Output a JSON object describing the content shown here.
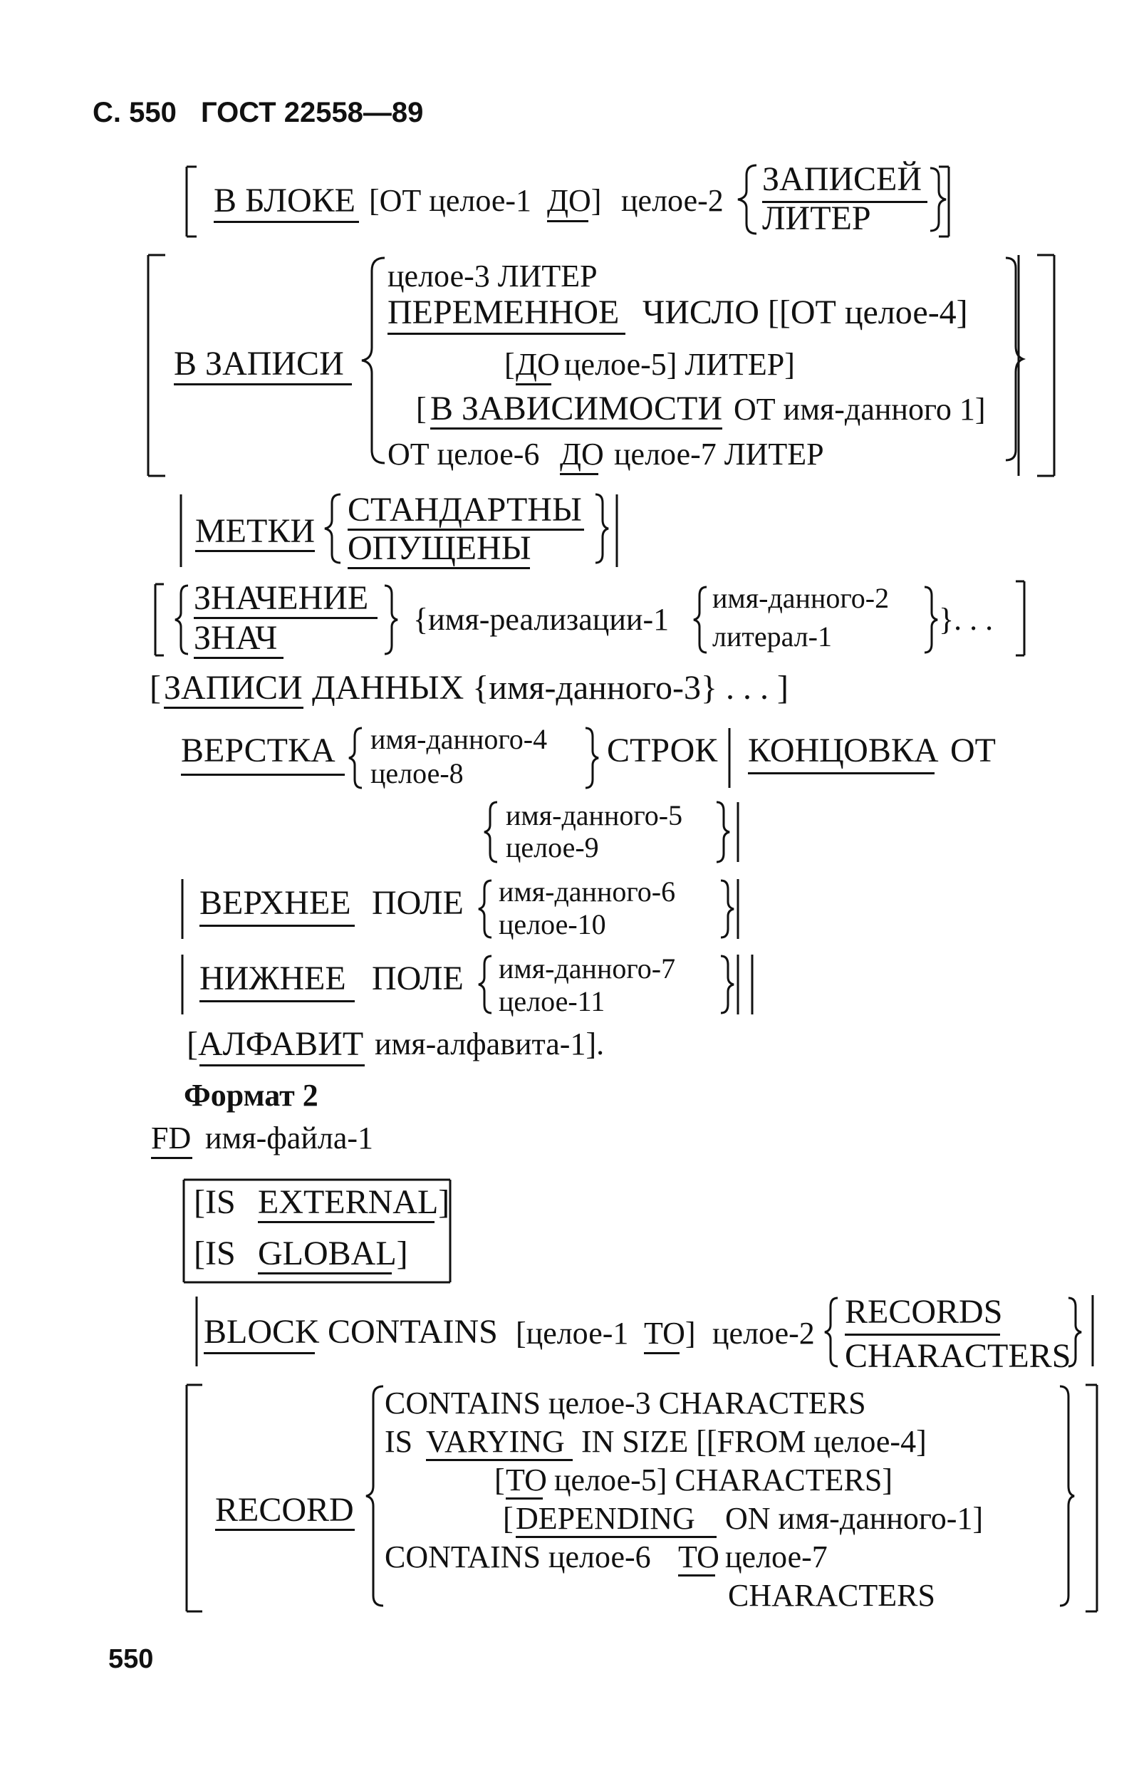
{
  "header": {
    "page_label": "С. 550",
    "doc_code": "ГОСТ 22558—89"
  },
  "format1": {
    "block": {
      "kw": "В БЛОКЕ",
      "from": "[ОТ целое-1",
      "to_kw": "ДО]",
      "int2": "целое-2",
      "opt1": "ЗАПИСЕЙ",
      "opt2": "ЛИТЕР"
    },
    "record": {
      "kw": "В ЗАПИСИ",
      "l1": "целое-3 ЛИТЕР",
      "l2_kw": "ПЕРЕМЕННОЕ",
      "l2_rest": "ЧИСЛО [[ОТ целое-4]",
      "l3_open": "[",
      "l3_kw": "ДО",
      "l3_rest": "целое-5] ЛИТЕР]",
      "l4_open": "[",
      "l4_kw": "В ЗАВИСИМОСТИ",
      "l4_rest": "ОТ имя-данного 1]",
      "l5_a": "ОТ целое-6",
      "l5_kw": "ДО",
      "l5_b": "целое-7 ЛИТЕР"
    },
    "labels": {
      "kw": "МЕТКИ",
      "opt1": "СТАНДАРТНЫ",
      "opt2": "ОПУЩЕНЫ"
    },
    "value": {
      "kw1": "ЗНАЧЕНИЕ",
      "kw2": "ЗНАЧ",
      "impl": "{имя-реализации-1",
      "opt1": "имя-данного-2",
      "opt2": "литерал-1",
      "ellipsis": "}. . ."
    },
    "data_records": {
      "open": "[",
      "kw": "ЗАПИСИ",
      "rest": "ДАННЫХ {имя-данного-3} . . . ]"
    },
    "linage": {
      "kw": "ВЕРСТКА",
      "opt1": "имя-данного-4",
      "opt2": "целое-8",
      "lines": "СТРОК",
      "footing_kw": "КОНЦОВКА",
      "at": "ОТ",
      "opt3": "имя-данного-5",
      "opt4": "целое-9"
    },
    "top": {
      "kw": "ВЕРХНЕЕ",
      "margin": "ПОЛЕ",
      "opt1": "имя-данного-6",
      "opt2": "целое-10"
    },
    "bottom": {
      "kw": "НИЖНЕЕ",
      "margin": "ПОЛЕ",
      "opt1": "имя-данного-7",
      "opt2": "целое-11"
    },
    "alphabet": {
      "kw": "[АЛФАВИТ",
      "rest": "имя-алфавита-1]."
    }
  },
  "format2": {
    "title": "Формат 2",
    "fd": {
      "kw": "FD",
      "name": "имя-файла-1"
    },
    "external": {
      "open": "[IS",
      "kw": "EXTERNAL]"
    },
    "global": {
      "open": "[IS",
      "kw": "GLOBAL]"
    },
    "block": {
      "kw": "BLOCK",
      "contains": "CONTAINS",
      "from": "[целое-1",
      "to_kw": "TO]",
      "int2": "целое-2",
      "opt1": "RECORDS",
      "opt2": "CHARACTERS"
    },
    "record": {
      "kw": "RECORD",
      "l1": "CONTAINS целое-3 CHARACTERS",
      "l2_is": "IS",
      "l2_kw": "VARYING",
      "l2_rest": "IN SIZE [[FROM целое-4]",
      "l3_open": "[",
      "l3_kw": "TO",
      "l3_rest": "целое-5] CHARACTERS]",
      "l4_open": "[",
      "l4_kw": "DEPENDING",
      "l4_rest": "ON имя-данного-1]",
      "l5_a": "CONTAINS целое-6",
      "l5_kw": "TO",
      "l5_b": "целое-7",
      "l6": "CHARACTERS"
    }
  },
  "footer": {
    "page_number": "550"
  }
}
